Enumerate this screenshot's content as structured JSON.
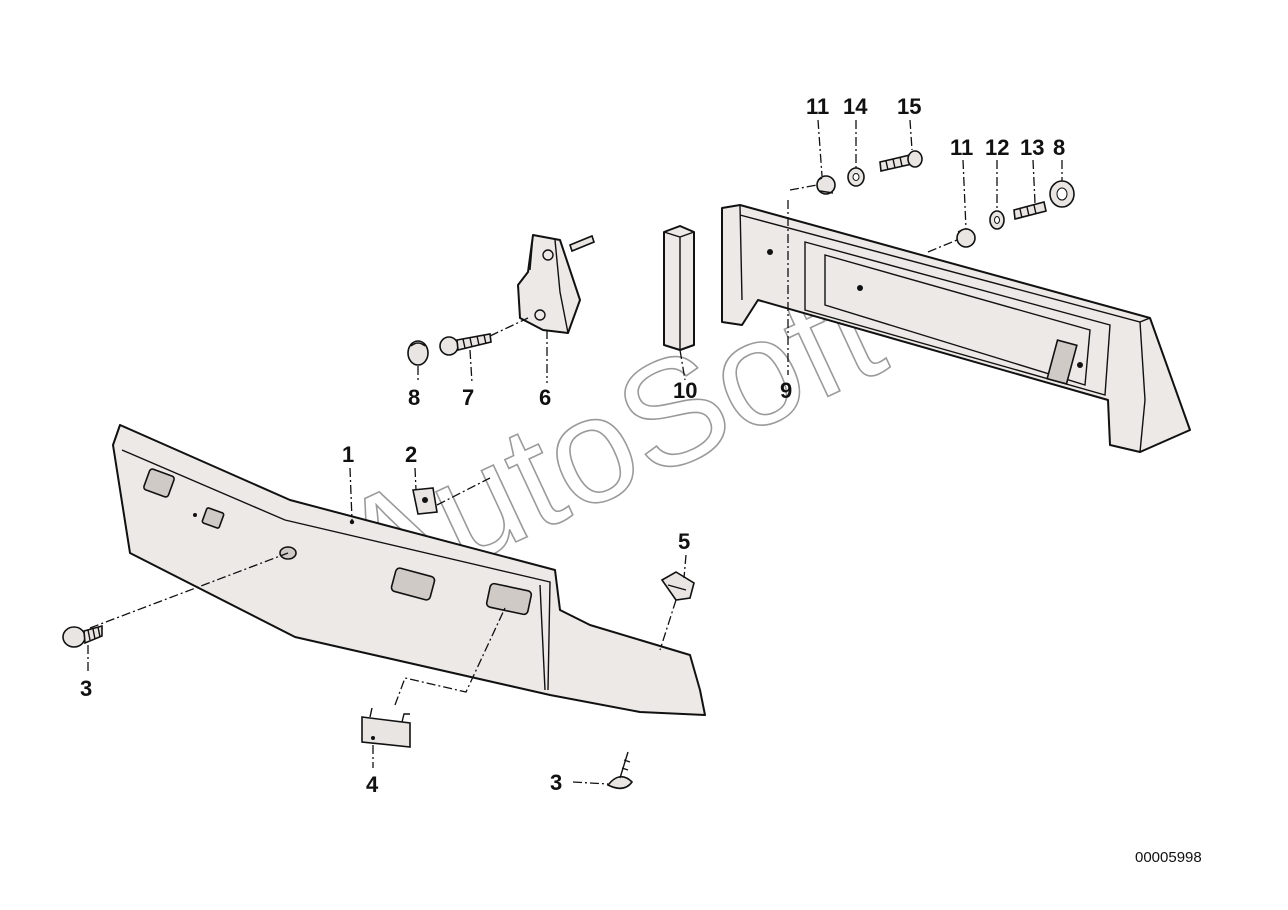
{
  "watermark": "AutoSoft",
  "document_number": "00005998",
  "callouts": [
    {
      "id": "c1",
      "label": "1"
    },
    {
      "id": "c2",
      "label": "2"
    },
    {
      "id": "c3a",
      "label": "3"
    },
    {
      "id": "c3b",
      "label": "3"
    },
    {
      "id": "c4",
      "label": "4"
    },
    {
      "id": "c5",
      "label": "5"
    },
    {
      "id": "c6",
      "label": "6"
    },
    {
      "id": "c7",
      "label": "7"
    },
    {
      "id": "c8a",
      "label": "8"
    },
    {
      "id": "c8b",
      "label": "8"
    },
    {
      "id": "c9",
      "label": "9"
    },
    {
      "id": "c10",
      "label": "10"
    },
    {
      "id": "c11a",
      "label": "11"
    },
    {
      "id": "c11b",
      "label": "11"
    },
    {
      "id": "c12",
      "label": "12"
    },
    {
      "id": "c13",
      "label": "13"
    },
    {
      "id": "c14",
      "label": "14"
    },
    {
      "id": "c15",
      "label": "15"
    }
  ],
  "colors": {
    "line": "#111111",
    "part_fill": "#ece9e6",
    "watermark": "#9a9a9a"
  }
}
